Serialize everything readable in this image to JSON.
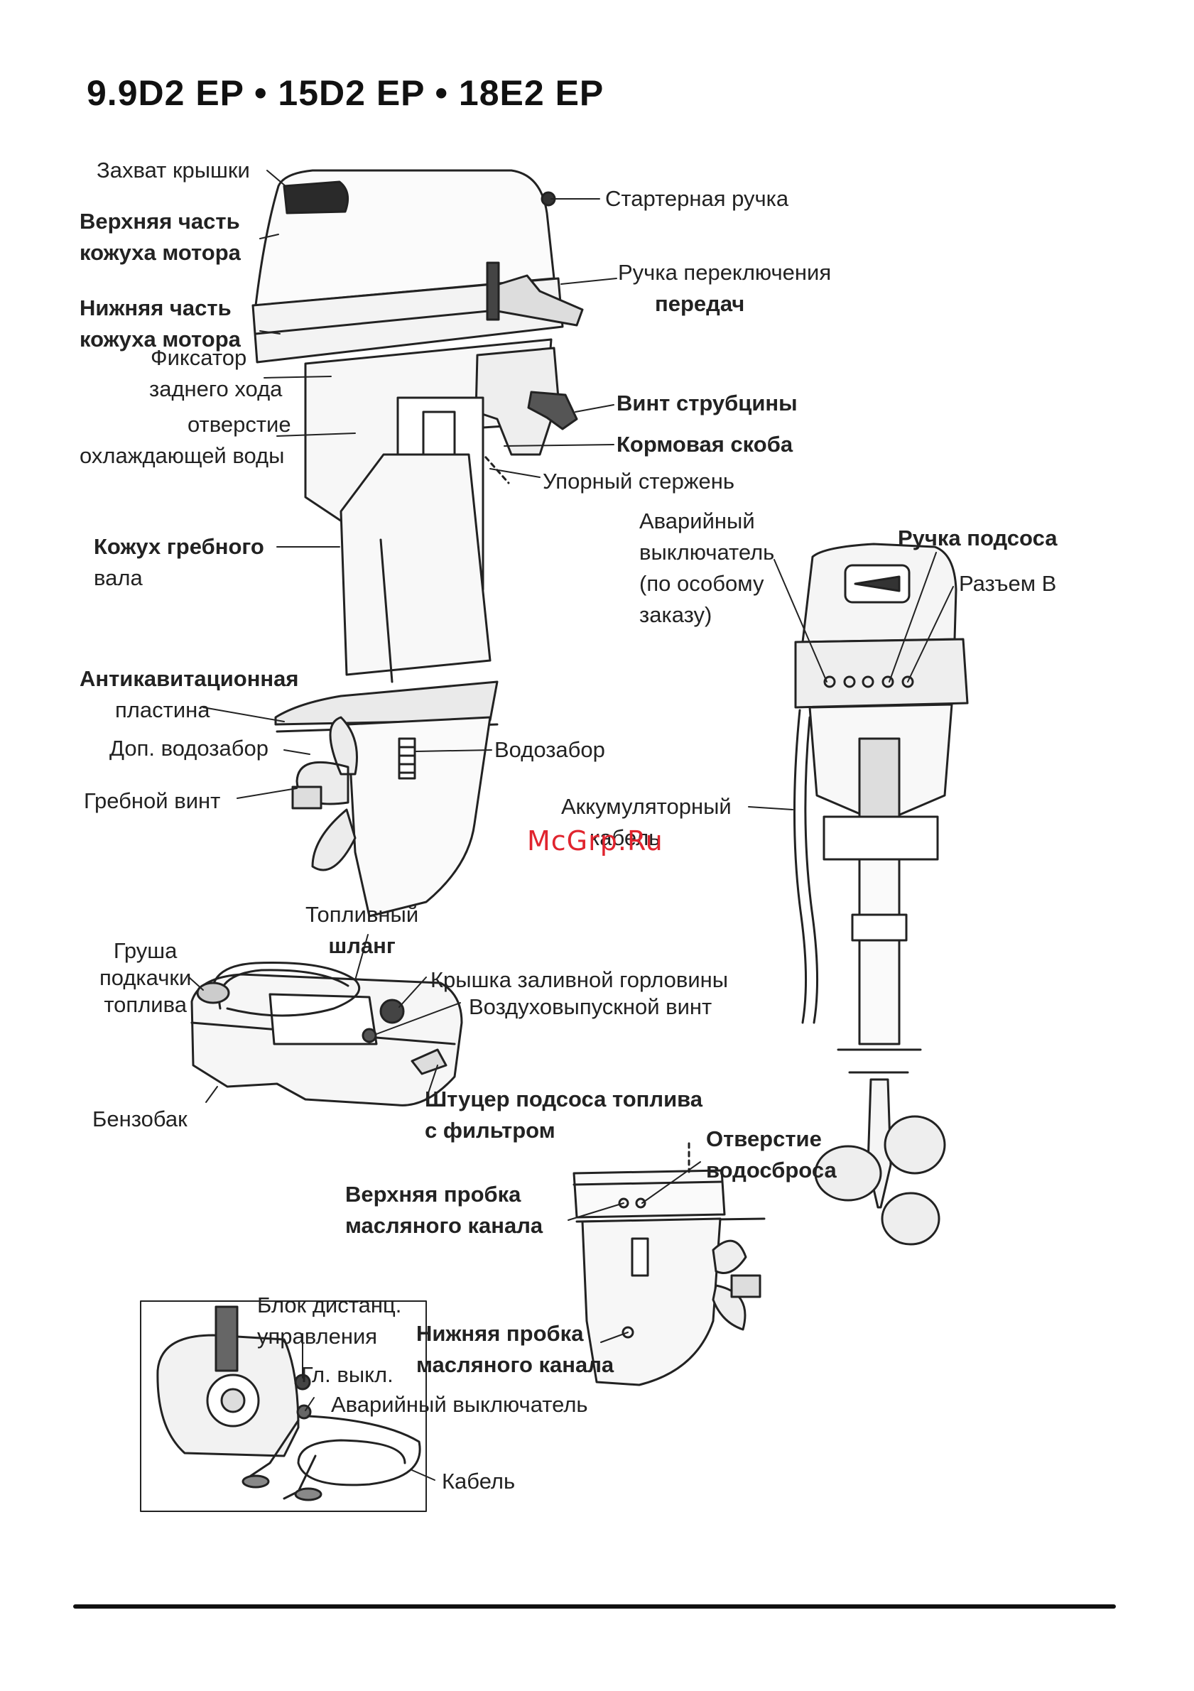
{
  "title": "9.9D2 EP • 15D2 EP • 18E2 EP",
  "watermark": "McGrp.Ru",
  "labels": {
    "cover_grip": "Захват крышки",
    "upper_cowling": [
      "Верхняя часть",
      "кожуха мотора"
    ],
    "lower_cowling": [
      "Нижняя часть",
      "кожуха мотора"
    ],
    "reverse_lock": [
      "Фиксатор",
      "заднего хода"
    ],
    "cooling_hole": [
      "отверстие",
      "охлаждающей воды"
    ],
    "shaft_housing": [
      "Кожух гребного",
      "вала"
    ],
    "anticav_plate": [
      "Антикавитационная",
      "пластина"
    ],
    "aux_intake": "Доп. водозабор",
    "propeller": "Гребной винт",
    "starter_handle": "Стартерная ручка",
    "shift_handle": [
      "Ручка переключения",
      "передач"
    ],
    "clamp_screw": "Винт струбцины",
    "stern_bracket": "Кормовая скоба",
    "thrust_rod": "Упорный стержень",
    "water_intake": "Водозабор",
    "emergency_switch_opt": [
      "Аварийный",
      "выключатель",
      "(по особому",
      "заказу)"
    ],
    "choke_handle": "Ручка подсоса",
    "connector_b": "Разъем В",
    "battery_cable": [
      "Аккумуляторный",
      "кабель"
    ],
    "fuel_hose": [
      "Топливный",
      "шланг"
    ],
    "primer_bulb": [
      "Груша",
      "подкачки",
      "топлива"
    ],
    "filler_cap": "Крышка заливной горловины",
    "vent_screw": "Воздуховыпускной винт",
    "fuel_tank": "Бензобак",
    "fuel_fitting": [
      "Штуцер подсоса топлива",
      "с фильтром"
    ],
    "water_drain": [
      "Отверстие",
      "водосброса"
    ],
    "upper_oil_plug": [
      "Верхняя пробка",
      "масляного канала"
    ],
    "lower_oil_plug": [
      "Нижняя пробка",
      "масляного канала"
    ],
    "remote_box": [
      "Блок дистанц.",
      "управления"
    ],
    "main_switch": "Гл. выкл.",
    "emergency_switch": "Аварийный выключатель",
    "cable": "Кабель"
  }
}
